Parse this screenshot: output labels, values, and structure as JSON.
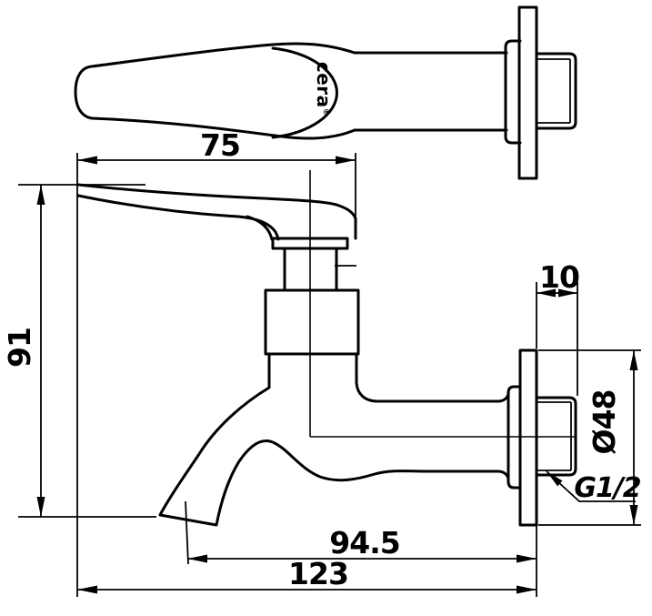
{
  "colors": {
    "ink": "#000000",
    "paper": "#ffffff"
  },
  "brand": {
    "name": "cera",
    "mark": "®"
  },
  "dimensions": {
    "handle_length": "75",
    "overall_height": "91",
    "flange_offset": "10",
    "flange_diameter": "Ø48",
    "thread_size": "G1/2",
    "spout_projection": "94.5",
    "total_projection": "123"
  }
}
